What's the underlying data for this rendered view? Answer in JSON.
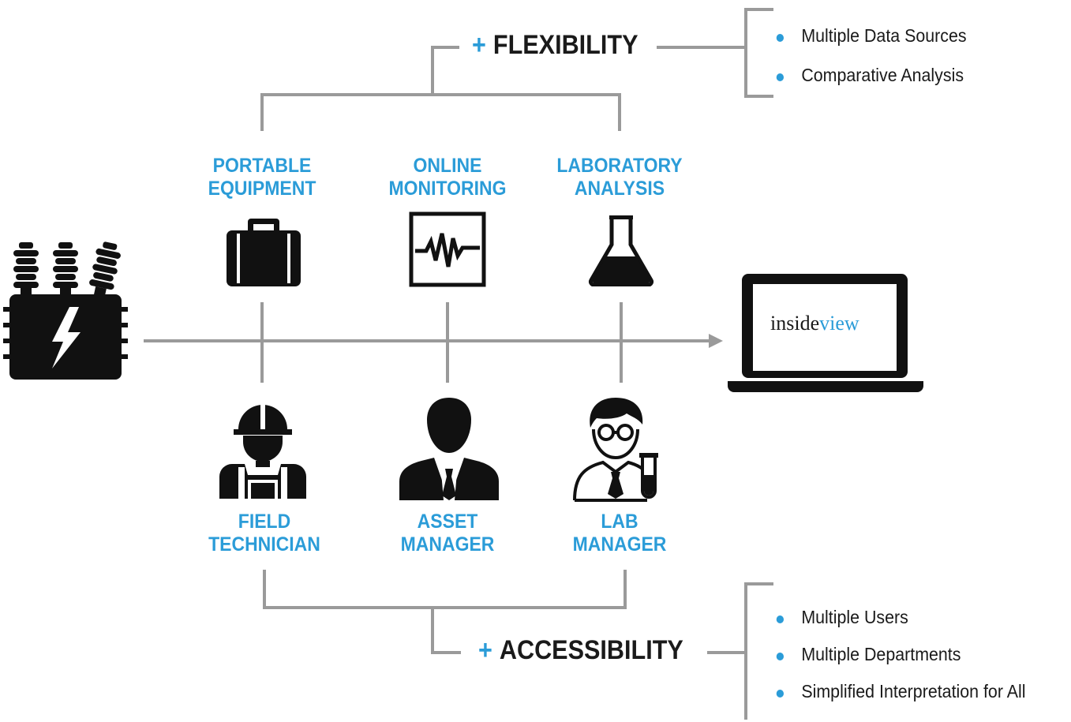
{
  "flexibility": {
    "plus": "+",
    "title": "FLEXIBILITY",
    "bullets": [
      "Multiple Data Sources",
      "Comparative Analysis"
    ]
  },
  "accessibility": {
    "plus": "+",
    "title": "ACCESSIBILITY",
    "bullets": [
      "Multiple Users",
      "Multiple Departments",
      "Simplified Interpretation for All"
    ]
  },
  "sources": [
    {
      "line1": "PORTABLE",
      "line2": "EQUIPMENT",
      "icon": "briefcase-icon"
    },
    {
      "line1": "ONLINE",
      "line2": "MONITORING",
      "icon": "monitor-waveform-icon"
    },
    {
      "line1": "LABORATORY",
      "line2": "ANALYSIS",
      "icon": "flask-icon"
    }
  ],
  "users": [
    {
      "line1": "FIELD",
      "line2": "TECHNICIAN",
      "icon": "field-technician-icon"
    },
    {
      "line1": "ASSET",
      "line2": "MANAGER",
      "icon": "asset-manager-icon"
    },
    {
      "line1": "LAB",
      "line2": "MANAGER",
      "icon": "lab-manager-icon"
    }
  ],
  "laptop": {
    "brand_part1": "inside",
    "brand_part2": "view",
    "icon": "laptop-icon"
  },
  "transformer": {
    "icon": "transformer-icon"
  },
  "colors": {
    "accent": "#2b9cd8",
    "line": "#9a9a9a",
    "text": "#1a1a1a"
  }
}
